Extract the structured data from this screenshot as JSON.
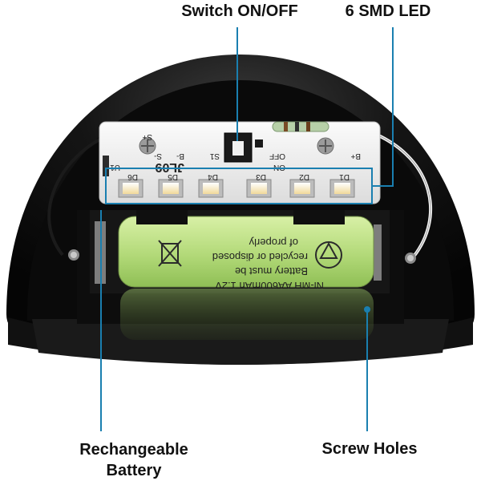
{
  "callouts": {
    "switch": "Switch ON/OFF",
    "led": "6 SMD LED",
    "battery_line1": "Rechangeable",
    "battery_line2": "Battery",
    "screw": "Screw Holes"
  },
  "pcb": {
    "model": "JL09",
    "leds": [
      "D6",
      "D5",
      "D4",
      "D3",
      "D2",
      "D1"
    ],
    "switch_ref": "S1",
    "switch_off": "OFF",
    "switch_on": "ON",
    "plus_left": "S+",
    "minus_1": "B-",
    "minus_2": "S-",
    "plus_right": "B+",
    "u1": "U1"
  },
  "battery": {
    "line1": "of properly",
    "line2": "recycled or disposed",
    "line3": "Battery must be",
    "line4": "Ni-MH AA600mAh 1.2V"
  },
  "colors": {
    "callout_line": "#1a7fb0",
    "housing": "#0c0c0c",
    "battery_green": "#b6dc7a",
    "pcb_white": "#f2f2f2"
  }
}
